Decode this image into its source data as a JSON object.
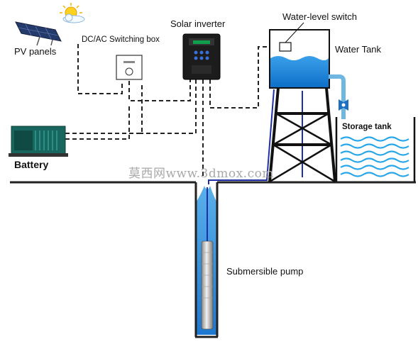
{
  "labels": {
    "pv_panels": "PV panels",
    "switching_box": "DC/AC Switching box",
    "solar_inverter": "Solar inverter",
    "water_level_switch": "Water-level switch",
    "water_tank": "Water Tank",
    "storage_tank": "Storage tank",
    "battery": "Battery",
    "submersible_pump": "Submersible pump"
  },
  "watermark": "莫西网www.3dmox.com",
  "colors": {
    "ground": "#222222",
    "signal_line": "#1f2fa8",
    "water": "#1f8fe0",
    "pipe": "#6fb6e0"
  },
  "icons": {
    "sun": "sun-behind-cloud-icon",
    "pv": "solar-panel-icon",
    "battery": "generator-icon",
    "inverter": "inverter-icon",
    "pump": "pump-icon",
    "valve": "valve-icon"
  }
}
